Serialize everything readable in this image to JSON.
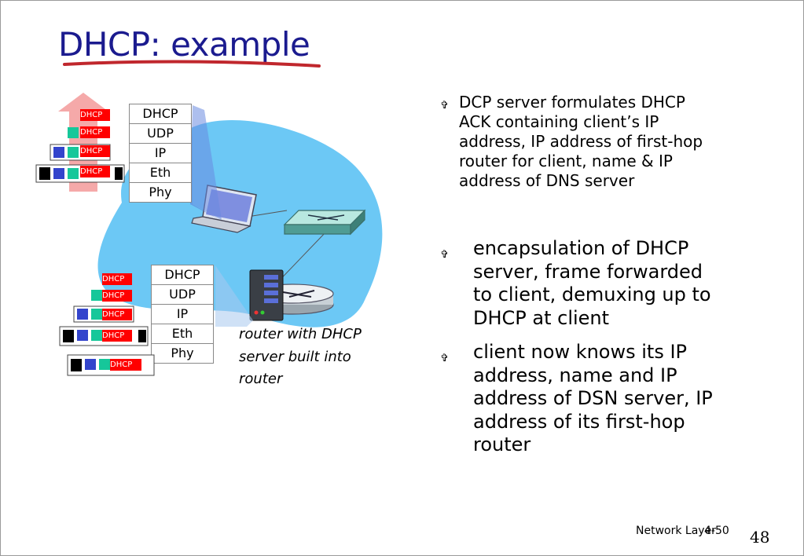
{
  "title": "DHCP: example",
  "stack_upper": [
    "DHCP",
    "UDP",
    "IP",
    "Eth",
    "Phy"
  ],
  "stack_lower": [
    "DHCP",
    "UDP",
    "IP",
    "Eth",
    "Phy"
  ],
  "packet_label": "DHCP",
  "caption_lines": [
    "router with DHCP",
    "server built into",
    "router"
  ],
  "bullet_symbol": "✞",
  "bullet1_lines": [
    "DCP server formulates DHCP",
    "ACK containing client’s IP",
    "address, IP address of first-hop",
    "router for client, name & IP",
    "address of DNS server"
  ],
  "bullet2_lines": [
    "encapsulation of DHCP",
    "server, frame forwarded",
    "to client, demuxing up to",
    "DHCP at client"
  ],
  "bullet3_lines": [
    "client now knows its IP",
    "address, name and IP",
    "address of DSN server, IP",
    "address of its first-hop",
    "router"
  ],
  "footer": "Network Layer",
  "footer_overlay": "4-50",
  "page_number": "48",
  "colors": {
    "title": "#1b1b8f",
    "cloud": "#6cc8f5",
    "packet_red": "#ff0000",
    "packet_green": "#16c79a",
    "packet_blue": "#3344cc",
    "arrow_pink": "#f4a0a0"
  }
}
